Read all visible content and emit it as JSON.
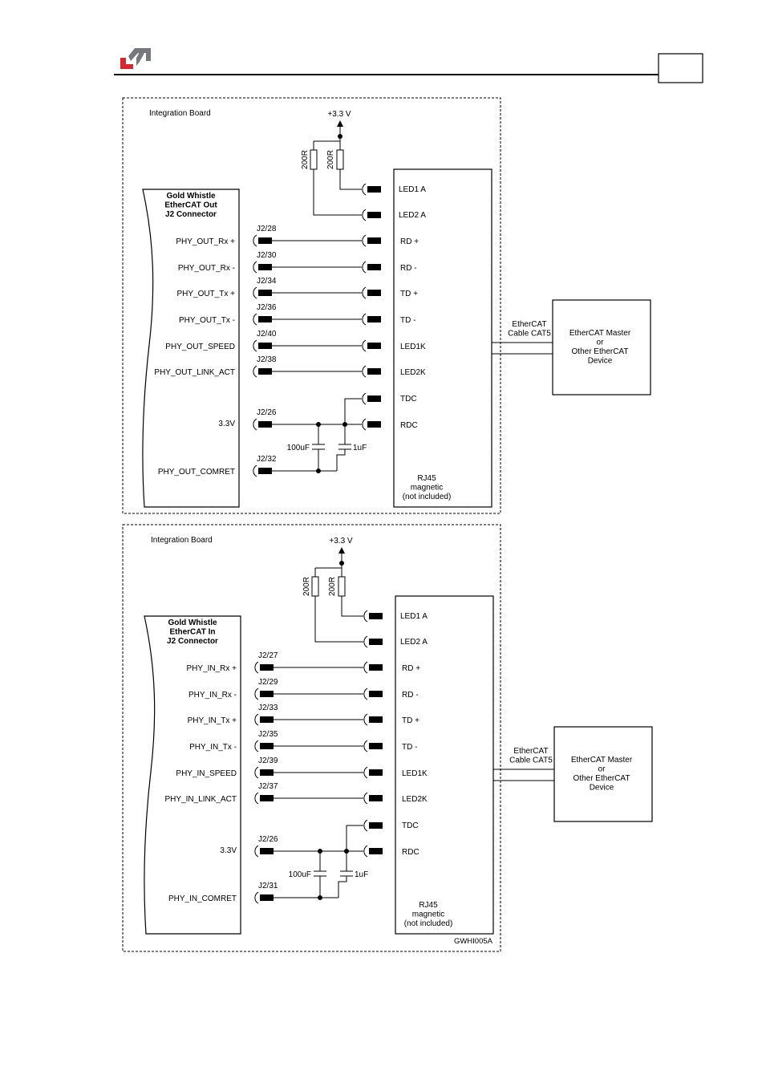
{
  "page": {
    "page_number_box": ""
  },
  "colors": {
    "logo_red": "#d7282f",
    "logo_gray": "#77787b"
  },
  "diagrams": [
    {
      "board_label": "Integration Board",
      "supply_label": "+3.3 V",
      "resistors": [
        "200R",
        "200R"
      ],
      "connector_title": [
        "Gold Whistle",
        "EtherCAT Out",
        "J2 Connector"
      ],
      "signals": [
        {
          "name": "PHY_OUT_Rx +",
          "pin": "J2/28",
          "rj45": "RD +"
        },
        {
          "name": "PHY_OUT_Rx -",
          "pin": "J2/30",
          "rj45": "RD -"
        },
        {
          "name": "PHY_OUT_Tx +",
          "pin": "J2/34",
          "rj45": "TD +"
        },
        {
          "name": "PHY_OUT_Tx -",
          "pin": "J2/36",
          "rj45": "TD -"
        },
        {
          "name": "PHY_OUT_SPEED",
          "pin": "J2/40",
          "rj45": "LED1K"
        },
        {
          "name": "PHY_OUT_LINK_ACT",
          "pin": "J2/38",
          "rj45": "LED2K"
        }
      ],
      "led_pins": [
        "LED1 A",
        "LED2 A"
      ],
      "tdc_label": "TDC",
      "rdc_label": "RDC",
      "v33": {
        "name": "3.3V",
        "pin": "J2/26"
      },
      "comret": {
        "name": "PHY_OUT_COMRET",
        "pin": "J2/32"
      },
      "caps": [
        "100uF",
        "1uF"
      ],
      "rj45_label": [
        "RJ45",
        "magnetic",
        "(not included)"
      ],
      "cable_label": [
        "EtherCAT",
        "Cable CAT5"
      ],
      "master_label": [
        "EtherCAT Master",
        "or",
        "Other EtherCAT",
        "Device"
      ],
      "figure_code": ""
    },
    {
      "board_label": "Integration Board",
      "supply_label": "+3.3 V",
      "resistors": [
        "200R",
        "200R"
      ],
      "connector_title": [
        "Gold Whistle",
        "EtherCAT In",
        "J2 Connector"
      ],
      "signals": [
        {
          "name": "PHY_IN_Rx +",
          "pin": "J2/27",
          "rj45": "RD +"
        },
        {
          "name": "PHY_IN_Rx -",
          "pin": "J2/29",
          "rj45": "RD -"
        },
        {
          "name": "PHY_IN_Tx +",
          "pin": "J2/33",
          "rj45": "TD +"
        },
        {
          "name": "PHY_IN_Tx -",
          "pin": "J2/35",
          "rj45": "TD -"
        },
        {
          "name": "PHY_IN_SPEED",
          "pin": "J2/39",
          "rj45": "LED1K"
        },
        {
          "name": "PHY_IN_LINK_ACT",
          "pin": "J2/37",
          "rj45": "LED2K"
        }
      ],
      "led_pins": [
        "LED1 A",
        "LED2 A"
      ],
      "tdc_label": "TDC",
      "rdc_label": "RDC",
      "v33": {
        "name": "3.3V",
        "pin": "J2/26"
      },
      "comret": {
        "name": "PHY_IN_COMRET",
        "pin": "J2/31"
      },
      "caps": [
        "100uF",
        "1uF"
      ],
      "rj45_label": [
        "RJ45",
        "magnetic",
        "(not included)"
      ],
      "cable_label": [
        "EtherCAT",
        "Cable CAT5"
      ],
      "master_label": [
        "EtherCAT Master",
        "or",
        "Other EtherCAT",
        "Device"
      ],
      "figure_code": "GWHI005A"
    }
  ]
}
